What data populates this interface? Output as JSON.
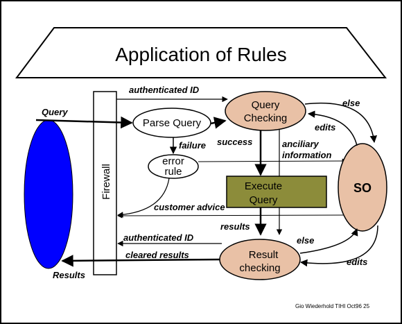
{
  "title": "Application of Rules",
  "footer": "Gio Wiederhold TIHI Oct96 25",
  "nodes": {
    "firewall": "Firewall",
    "parse_query": "Parse Query",
    "error_rule": [
      "error",
      "rule"
    ],
    "query_checking": [
      "Query",
      "Checking"
    ],
    "execute_query": [
      "Execute",
      "Query"
    ],
    "result_checking": [
      "Result",
      "checking"
    ],
    "so": "SO"
  },
  "labels": {
    "query": "Query",
    "results": "Results",
    "authenticated_id_top": "authenticated ID",
    "failure": "failure",
    "success": "success",
    "ancillary": [
      "anciliary",
      "information"
    ],
    "customer_advice": "customer advice",
    "results_mid": "results",
    "authenticated_id_bottom": "authenticated ID",
    "cleared_results": "cleared results",
    "else_top": "else",
    "edits_top": "edits",
    "else_bottom": "else",
    "edits_bottom": "edits"
  },
  "colors": {
    "user_blue": "#0000ff",
    "node_tan": "#e9c1a6",
    "execute_olive": "#8c8c3a",
    "frame": "#000000"
  }
}
